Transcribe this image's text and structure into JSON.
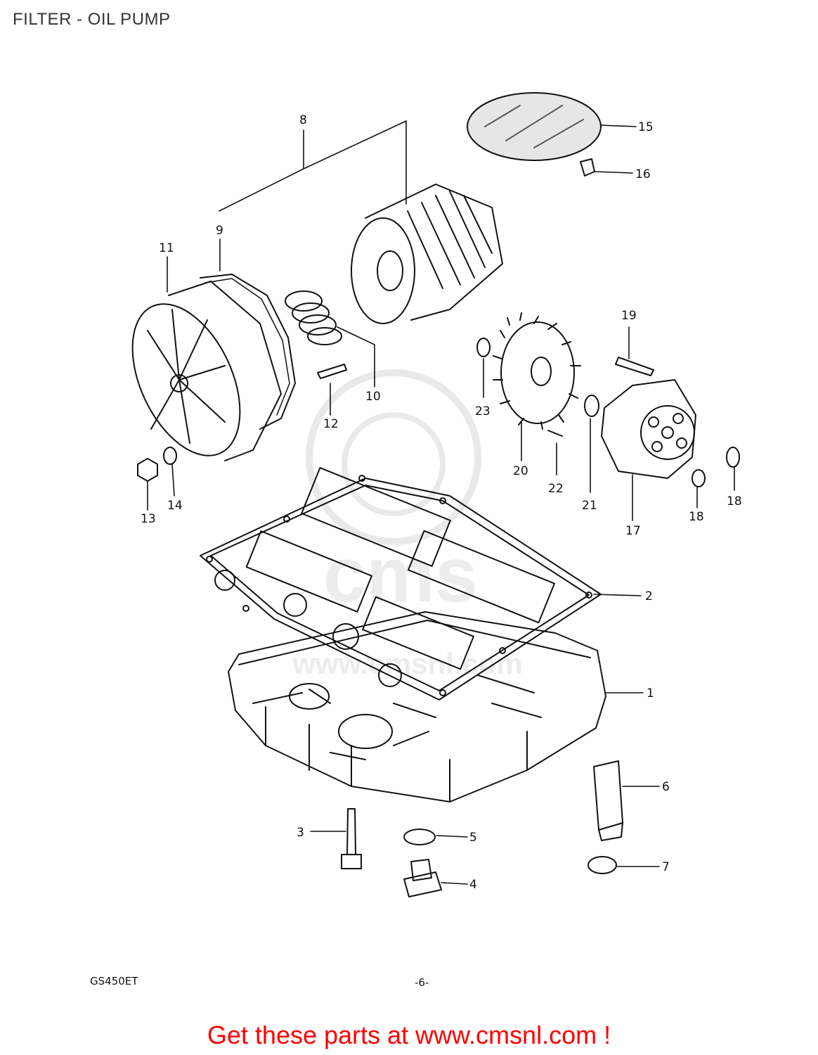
{
  "title": "FILTER - OIL PUMP",
  "model_code": "GS450ET",
  "page_number": "-6-",
  "watermark": "www.cmsnl.com",
  "cta": "Get these parts at www.cmsnl.com !",
  "colors": {
    "cta": "#ff0000",
    "title": "#333333",
    "line": "#111111"
  },
  "callouts": [
    "1",
    "2",
    "3",
    "4",
    "5",
    "6",
    "7",
    "8",
    "9",
    "10",
    "11",
    "12",
    "13",
    "14",
    "15",
    "16",
    "17",
    "18",
    "18",
    "19",
    "20",
    "21",
    "22",
    "23"
  ]
}
